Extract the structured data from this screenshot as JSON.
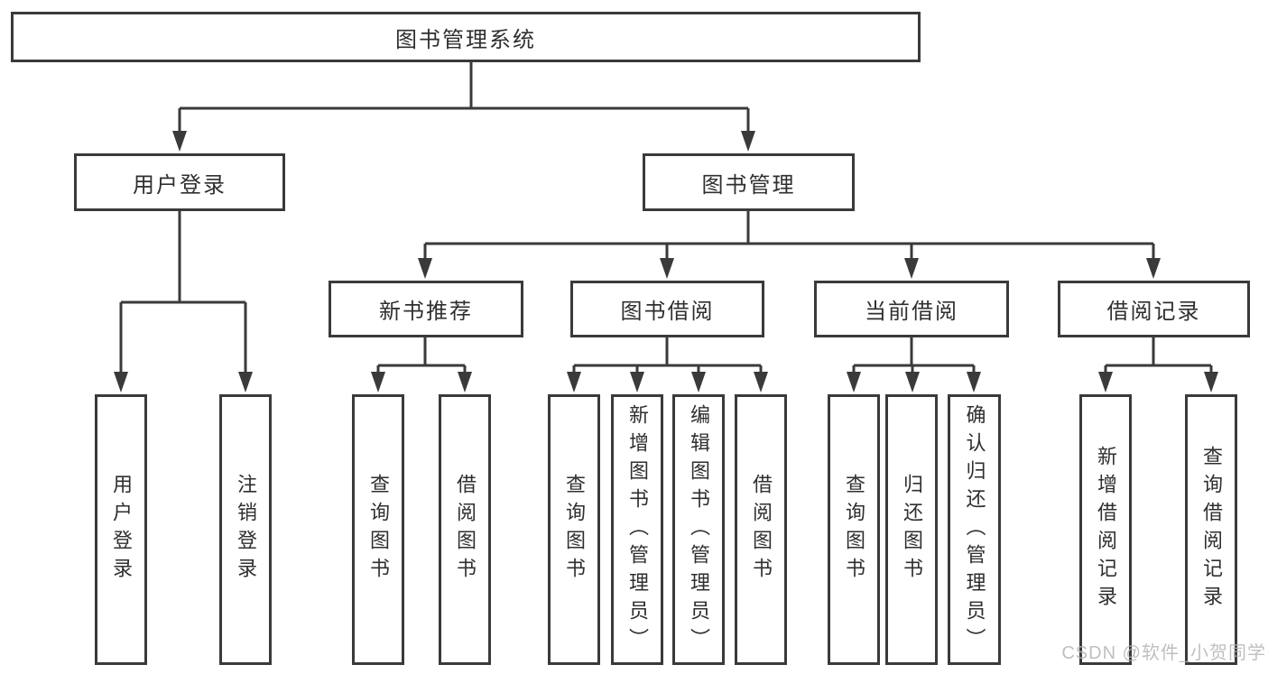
{
  "tree": {
    "root": {
      "label": "图书管理系统"
    },
    "branches": [
      {
        "label": "用户登录",
        "children": [
          {
            "label": "用户登录"
          },
          {
            "label": "注销登录"
          }
        ]
      },
      {
        "label": "图书管理",
        "children": [
          {
            "label": "新书推荐",
            "children": [
              {
                "label": "查询图书"
              },
              {
                "label": "借阅图书"
              }
            ]
          },
          {
            "label": "图书借阅",
            "children": [
              {
                "label": "查询图书"
              },
              {
                "label": "新增图书（管理员）"
              },
              {
                "label": "编辑图书（管理员）"
              },
              {
                "label": "借阅图书"
              }
            ]
          },
          {
            "label": "当前借阅",
            "children": [
              {
                "label": "查询图书"
              },
              {
                "label": "归还图书"
              },
              {
                "label": "确认归还（管理员）"
              }
            ]
          },
          {
            "label": "借阅记录",
            "children": [
              {
                "label": "新增借阅记录"
              },
              {
                "label": "查询借阅记录"
              }
            ]
          }
        ]
      }
    ]
  },
  "watermark": {
    "text": "CSDN @软件_小贺同学"
  },
  "colors": {
    "line": "#3a3a3a",
    "text": "#2f2f2f",
    "watermark": "#b5b5b5",
    "background": "#ffffff"
  }
}
